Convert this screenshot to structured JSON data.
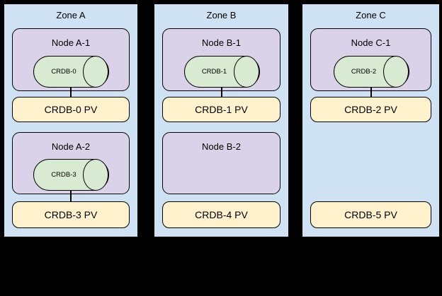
{
  "diagram": {
    "background_color": "#000000",
    "zone_fill_color": "#cfe2f3",
    "node_fill_color": "#d9d2e9",
    "cylinder_fill_color": "#d9ead3",
    "pv_fill_color": "#fff2cc",
    "border_color": "#000000"
  },
  "zones": [
    {
      "label": "Zone A",
      "node1": {
        "label": "Node A-1",
        "cylinder": "CRDB-0"
      },
      "pv1": "CRDB-0 PV",
      "node2": {
        "label": "Node A-2",
        "cylinder": "CRDB-3"
      },
      "pv2": "CRDB-3 PV"
    },
    {
      "label": "Zone B",
      "node1": {
        "label": "Node B-1",
        "cylinder": "CRDB-1"
      },
      "pv1": "CRDB-1 PV",
      "node2": {
        "label": "Node B-2"
      },
      "pv2": "CRDB-4 PV"
    },
    {
      "label": "Zone C",
      "node1": {
        "label": "Node C-1",
        "cylinder": "CRDB-2"
      },
      "pv1": "CRDB-2 PV",
      "pv2": "CRDB-5 PV"
    }
  ]
}
